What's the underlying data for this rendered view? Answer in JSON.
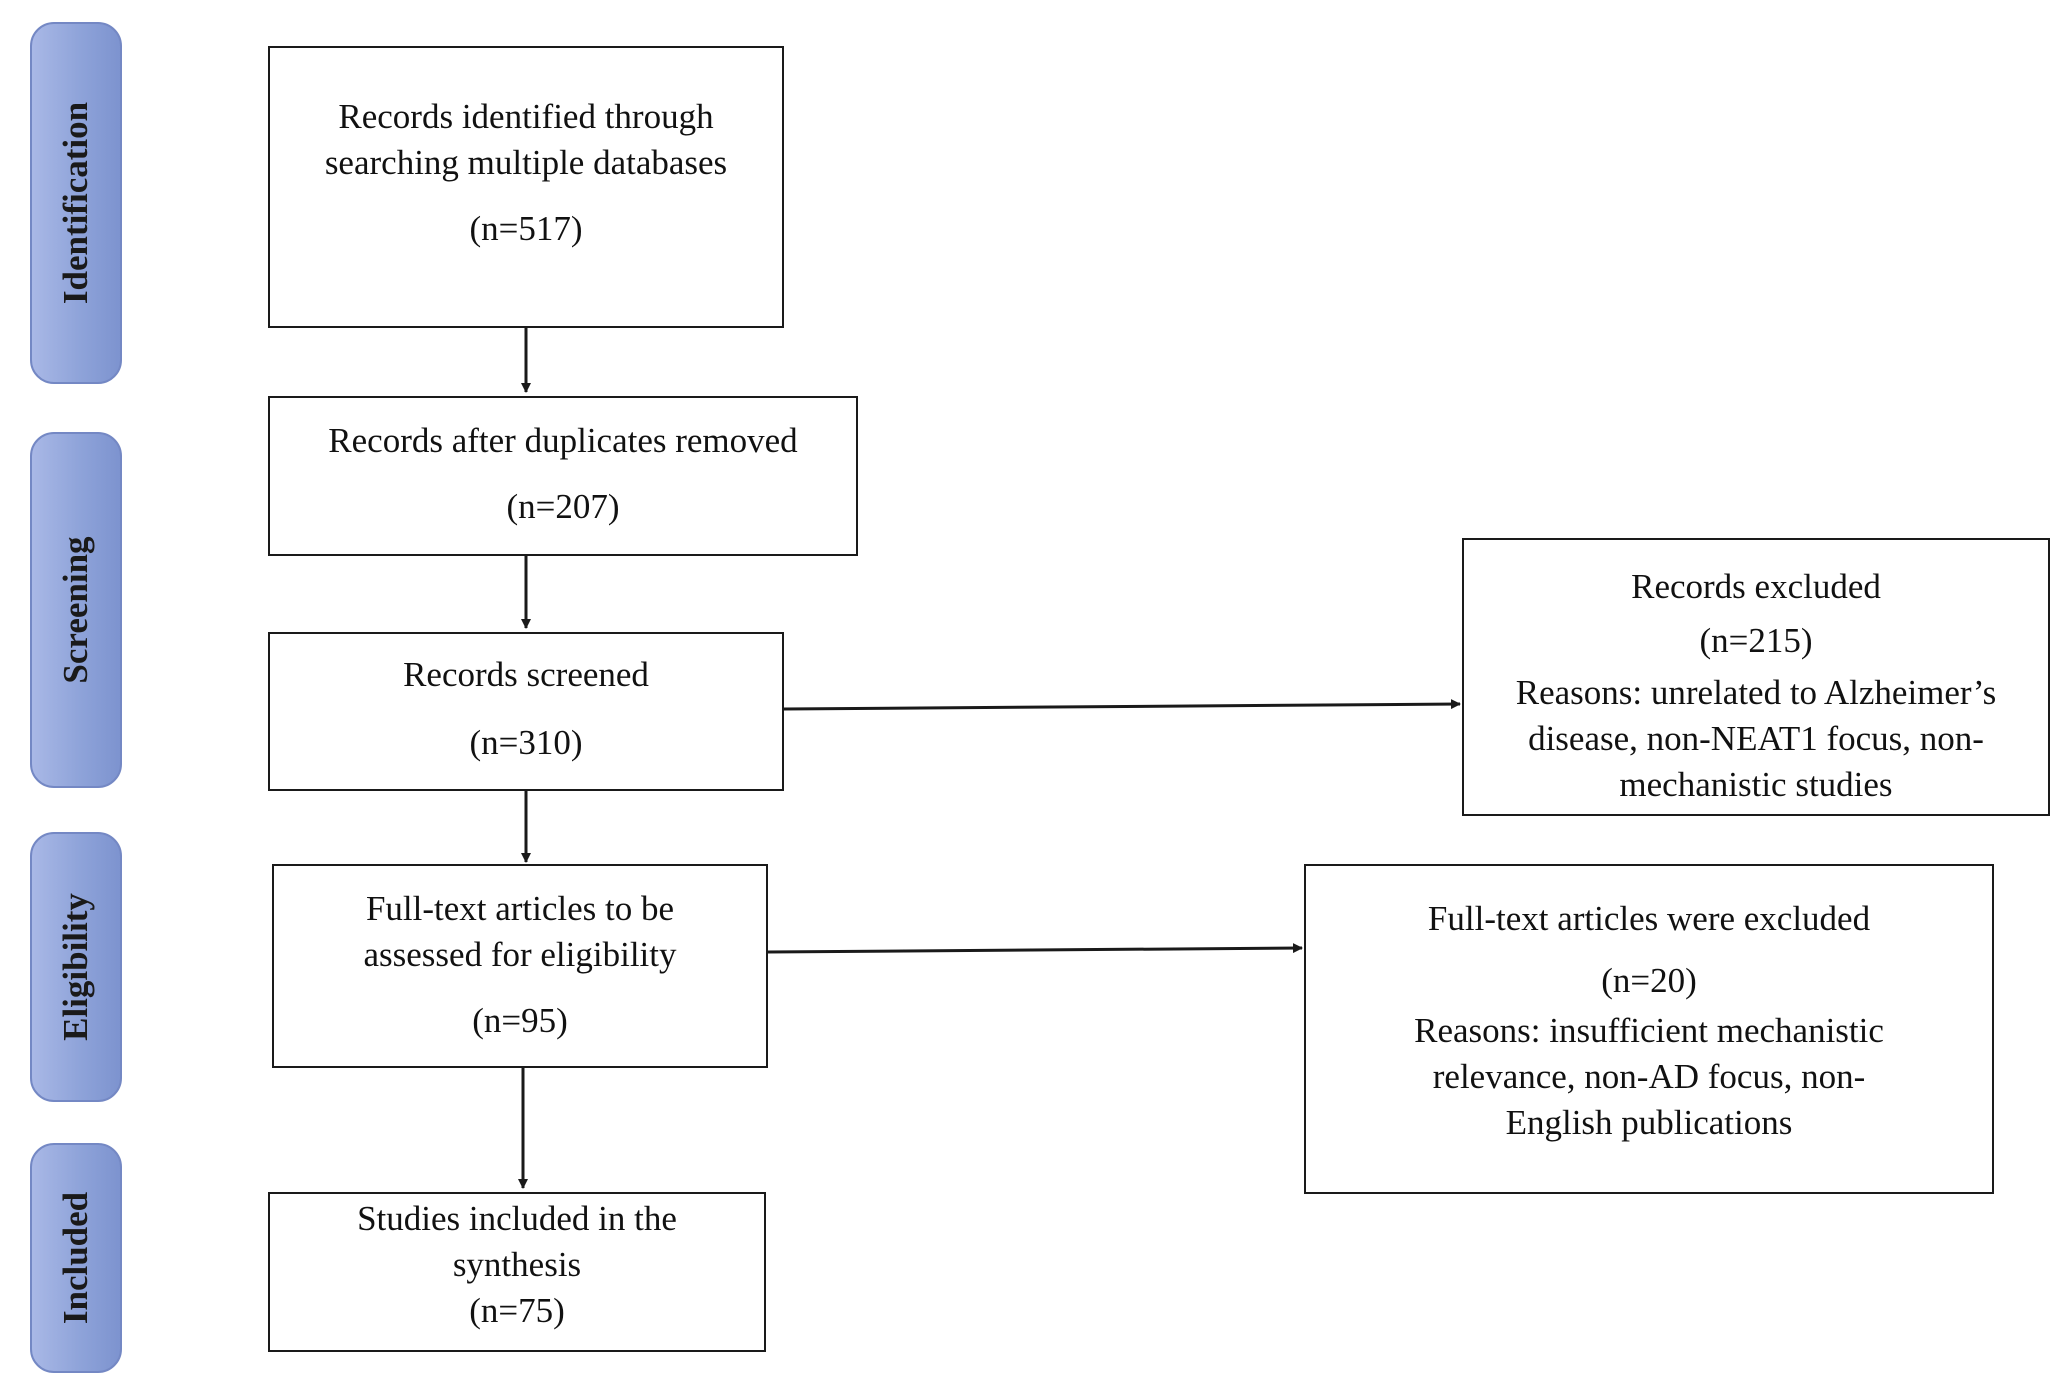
{
  "stages": {
    "identification": "Identification",
    "screening": "Screening",
    "eligibility": "Eligibility",
    "included": "Included"
  },
  "boxes": {
    "identified": {
      "line1": "Records identified through",
      "line2": "searching multiple databases",
      "count": "(n=517)"
    },
    "duplicates_removed": {
      "line1": "Records after duplicates removed",
      "count": "(n=207)"
    },
    "screened": {
      "line1": "Records screened",
      "count": "(n=310)"
    },
    "records_excluded": {
      "line1": "Records excluded",
      "count": "(n=215)",
      "reason1": "Reasons: unrelated to Alzheimer’s",
      "reason2": "disease, non-NEAT1 focus, non-",
      "reason3": "mechanistic studies"
    },
    "fulltext_assessed": {
      "line1": "Full-text articles to be",
      "line2": "assessed for eligibility",
      "count": "(n=95)"
    },
    "fulltext_excluded": {
      "line1": "Full-text articles were excluded",
      "count": "(n=20)",
      "reason1": "Reasons: insufficient mechanistic",
      "reason2": "relevance, non-AD focus, non-",
      "reason3": "English publications"
    },
    "included": {
      "line1": "Studies included in the",
      "line2": "synthesis",
      "count": "(n=75)"
    }
  }
}
